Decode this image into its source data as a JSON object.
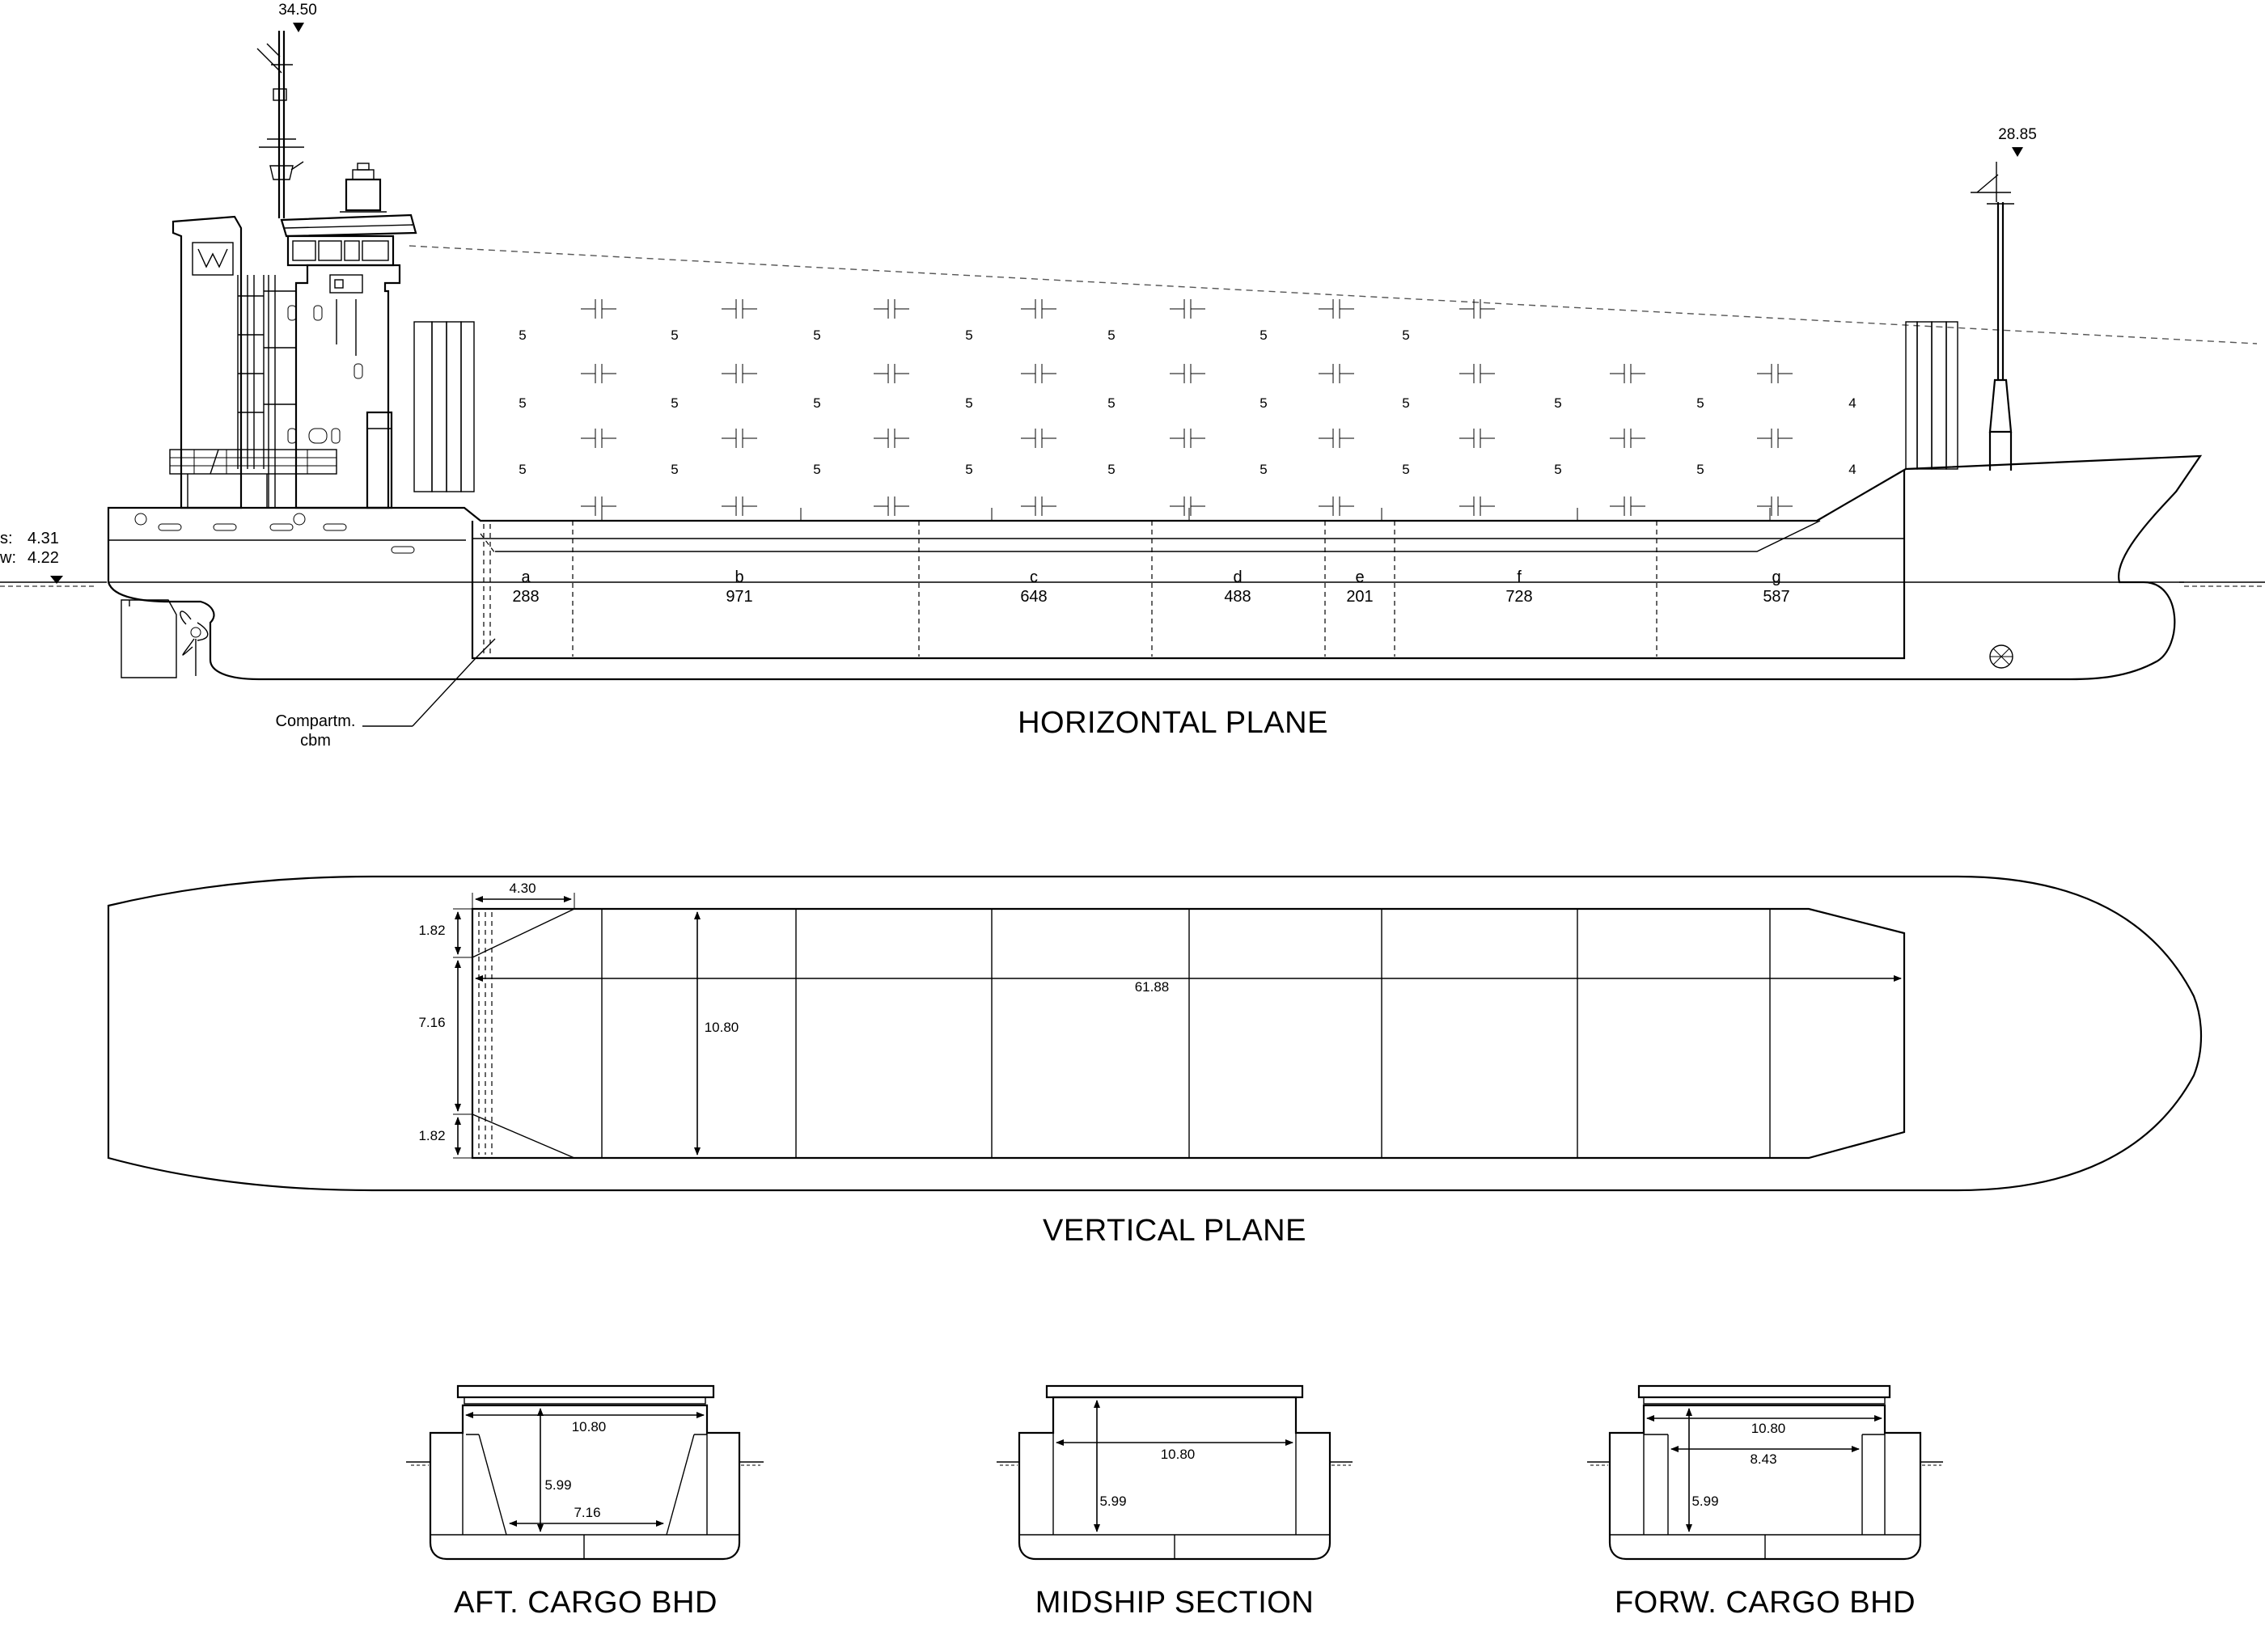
{
  "heights": {
    "mast_aft": "34.50",
    "mast_fwd": "28.85"
  },
  "draughts": {
    "s": {
      "key": "s:",
      "value": "4.31"
    },
    "w": {
      "key": "w:",
      "value": "4.22"
    }
  },
  "compartment_label": {
    "line1": "Compartm.",
    "line2": "cbm"
  },
  "compartments": [
    {
      "letter": "a",
      "cbm": "288"
    },
    {
      "letter": "b",
      "cbm": "971"
    },
    {
      "letter": "c",
      "cbm": "648"
    },
    {
      "letter": "d",
      "cbm": "488"
    },
    {
      "letter": "e",
      "cbm": "201"
    },
    {
      "letter": "f",
      "cbm": "728"
    },
    {
      "letter": "g",
      "cbm": "587"
    }
  ],
  "container_tiers": [
    [
      "5",
      "5",
      "5",
      "5",
      "5",
      "5",
      "5"
    ],
    [
      "5",
      "5",
      "5",
      "5",
      "5",
      "5",
      "5",
      "5",
      "5",
      "4"
    ],
    [
      "5",
      "5",
      "5",
      "5",
      "5",
      "5",
      "5",
      "5",
      "5",
      "4"
    ]
  ],
  "view_titles": {
    "horizontal": "HORIZONTAL PLANE",
    "vertical": "VERTICAL PLANE",
    "aft_bhd": "AFT. CARGO BHD",
    "midship": "MIDSHIP SECTION",
    "forw_bhd": "FORW. CARGO BHD"
  },
  "plan_dimensions": {
    "length_aft_wing": "4.30",
    "width_side_top": "1.82",
    "width_centre": "7.16",
    "width_side_bottom": "1.82",
    "hold_width": "10.80",
    "hold_length": "61.88"
  },
  "section_dimensions": {
    "aft": {
      "top_width": "10.80",
      "height": "5.99",
      "bottom_width": "7.16"
    },
    "midship": {
      "width": "10.80",
      "height": "5.99"
    },
    "forw": {
      "top_width": "10.80",
      "inner_width": "8.43",
      "height": "5.99"
    }
  }
}
